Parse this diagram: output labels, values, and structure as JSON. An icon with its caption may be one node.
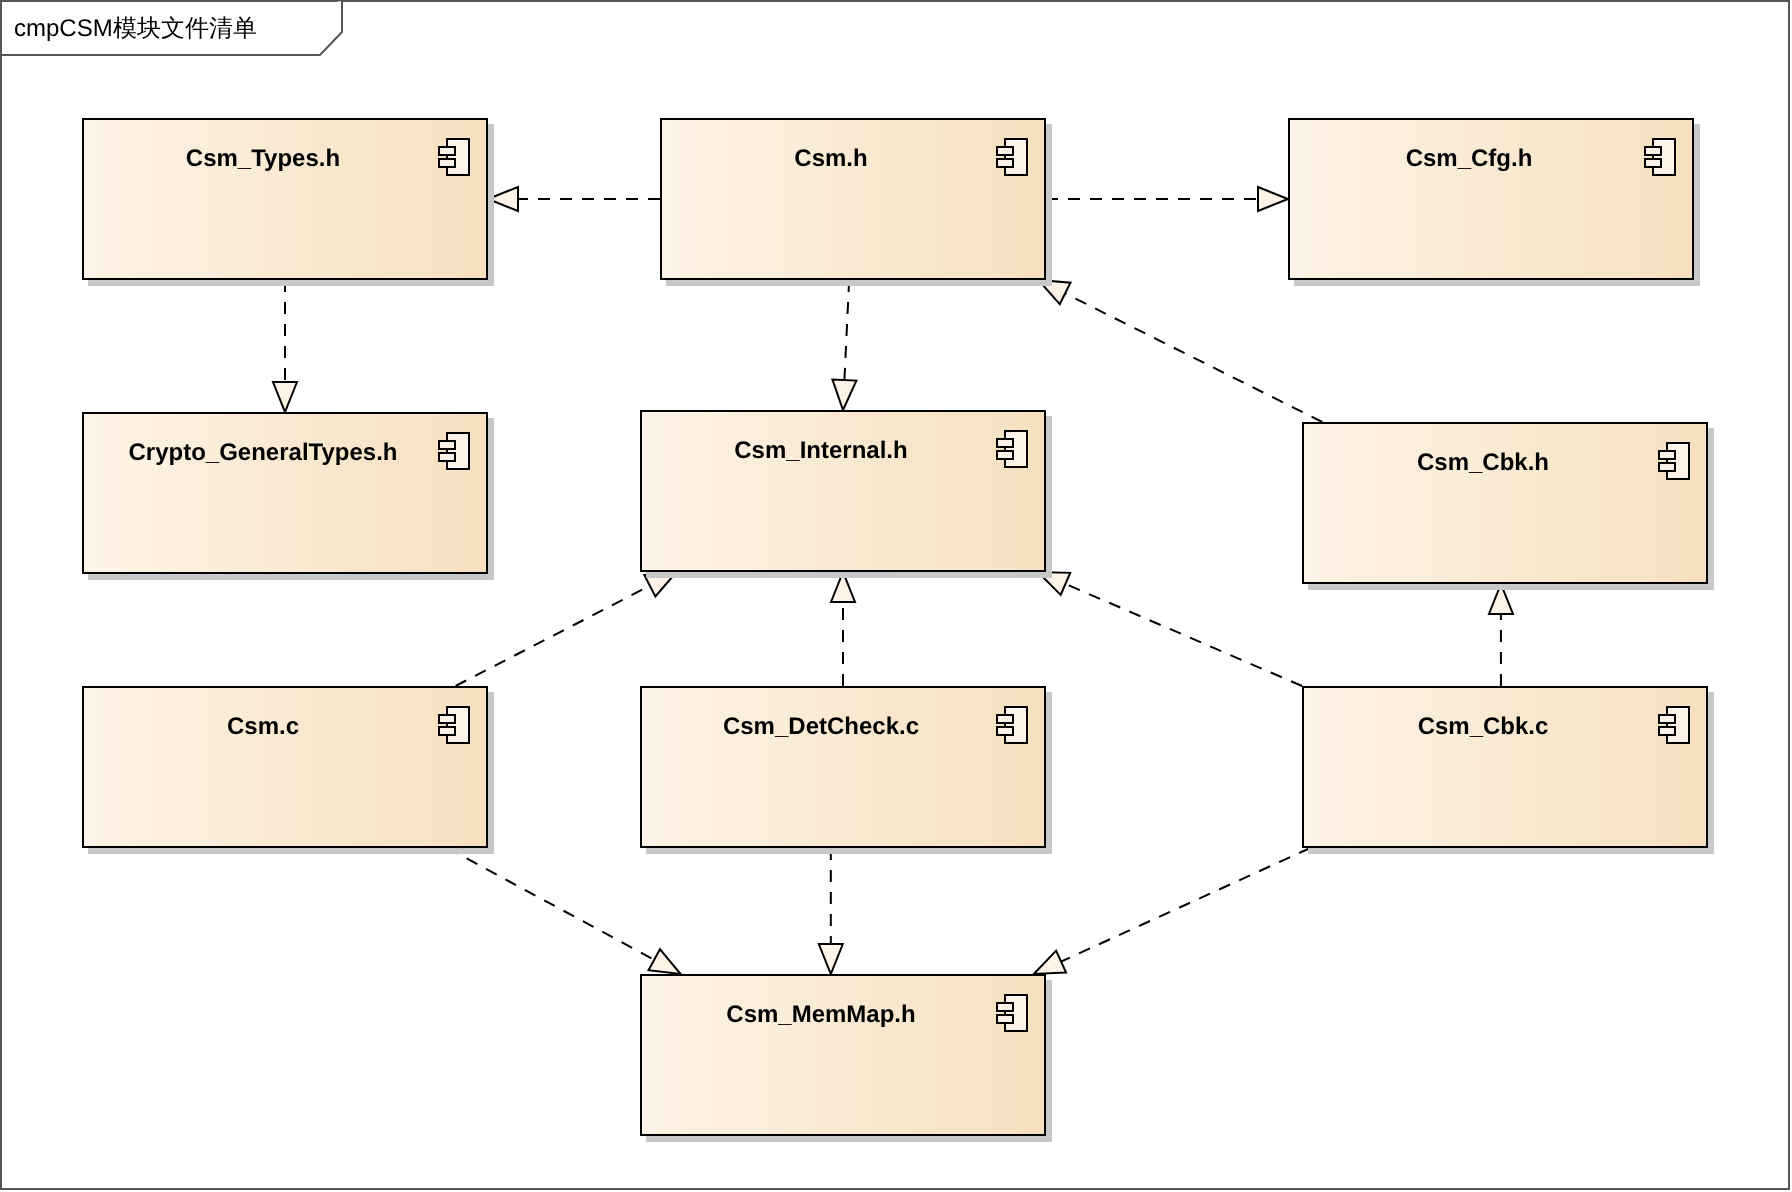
{
  "diagram": {
    "title": "cmpCSM模块文件清单",
    "nodes": [
      {
        "text": [
          "Csm_Types.h"
        ]
      },
      {
        "text": [
          "Csm.h"
        ]
      },
      {
        "text": [
          "Csm_Cfg.h"
        ]
      },
      {
        "text": [
          "Crypto_GeneralTypes.h"
        ]
      },
      {
        "text": [
          "Csm_Internal.h"
        ]
      },
      {
        "text": [
          "Csm_Cbk.h"
        ]
      },
      {
        "text": [
          "Csm.c"
        ]
      },
      {
        "text": [
          "Csm_DetCheck.c"
        ]
      },
      {
        "text": [
          "Csm_Cbk.c"
        ]
      },
      {
        "text": [
          "Csm_MemMap.h"
        ]
      }
    ],
    "edges": [
      {
        "from": 1,
        "to": 0,
        "arrow": "to",
        "style": "dashed"
      },
      {
        "from": 1,
        "to": 2,
        "arrow": "to",
        "style": "dashed"
      },
      {
        "from": 0,
        "to": 3,
        "arrow": "to",
        "style": "dashed"
      },
      {
        "from": 1,
        "to": 4,
        "arrow": "to",
        "style": "dashed"
      },
      {
        "from": 5,
        "to": 1,
        "arrow": "to",
        "style": "dashed"
      },
      {
        "from": 6,
        "to": 4,
        "arrow": "to",
        "style": "dashed"
      },
      {
        "from": 7,
        "to": 4,
        "arrow": "to",
        "style": "dashed"
      },
      {
        "from": 8,
        "to": 4,
        "arrow": "to",
        "style": "dashed"
      },
      {
        "from": 8,
        "to": 5,
        "arrow": "to",
        "style": "dashed"
      },
      {
        "from": 6,
        "to": 9,
        "arrow": "to",
        "style": "dashed"
      },
      {
        "from": 7,
        "to": 9,
        "arrow": "to",
        "style": "dashed"
      },
      {
        "from": 8,
        "to": 9,
        "arrow": "to",
        "style": "dashed"
      }
    ]
  }
}
